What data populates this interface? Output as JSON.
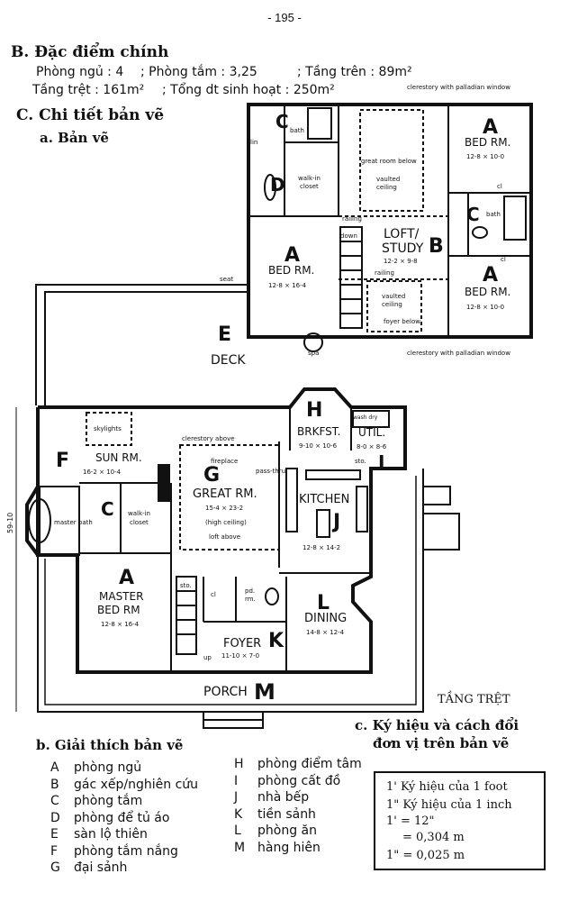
{
  "page_number": "- 195 -",
  "section_b": {
    "title": "B. Đặc điểm chính",
    "line1_a": "Phòng ngủ : 4",
    "line1_b": ";   Phòng tắm : 3,25",
    "line1_c": ";   Tầng trên : 89m²",
    "line2_a": "Tầng trệt : 161m²",
    "line2_b": ";   Tổng dt sinh hoạt : 250m²"
  },
  "section_c": {
    "title": "C. Chi tiết bản vẽ",
    "sub_a": "a. Bản vẽ"
  },
  "upper_plan": {
    "clerestory_top": "clerestory with palladian window",
    "clerestory_bottom": "clerestory with palladian window",
    "bath_top": "bath",
    "lin": "lin",
    "walkin": [
      "walk-in",
      "closet"
    ],
    "great_room_below": "great room below",
    "vaulted1": [
      "vaulted",
      "ceiling"
    ],
    "railing1": "railing",
    "down": "down",
    "loft": [
      "LOFT/",
      "STUDY"
    ],
    "loft_dim": "12-2 × 9-8",
    "railing2": "railing",
    "vaulted2": [
      "vaulted",
      "ceiling"
    ],
    "foyer_below": "foyer below",
    "bed_tr": "BED RM.",
    "bed_tr_dim": "12-8 × 10-0",
    "cl1": "cl",
    "bath_r": "bath",
    "cl2": "cl",
    "bed_br": "BED RM.",
    "bed_br_dim": "12-8 × 10-0",
    "bed_main": "BED RM.",
    "bed_main_dim": "12-8 × 16-4",
    "spa": "spa",
    "seat": "seat",
    "deck": "DECK"
  },
  "ground_plan": {
    "skylights": "skylights",
    "sun": "SUN RM.",
    "sun_dim": "16-2 × 10-4",
    "clerestory_above": "clerestory above",
    "brkfst": "BRKFST.",
    "brkfst_dim": "9-10 × 10-6",
    "wash_dry": "wash dry",
    "util": "UTIL.",
    "util_dim": "8-0 × 8-6",
    "sto1": "sto.",
    "fireplace": "fireplace",
    "pass_thru": "pass-thru",
    "great": "GREAT RM.",
    "great_dim": "15-4 × 23-2",
    "high_ceiling": "(high ceiling)",
    "loft_above": "loft above",
    "kitchen": "KITCHEN",
    "kitchen_dim": "12-8 × 14-2",
    "master_bath": "master bath",
    "walkin": [
      "walk-in",
      "closet"
    ],
    "master": [
      "MASTER",
      "BED RM"
    ],
    "master_dim": "12-8 × 16-4",
    "sto2": "sto.",
    "cl": "cl",
    "pd": [
      "pd.",
      "rm."
    ],
    "dining": "DINING",
    "dining_dim": "14-8 × 12-4",
    "up": "up",
    "foyer": "FOYER",
    "foyer_dim": "11-10 × 7-0",
    "porch": "PORCH",
    "side_dim": "59-10",
    "tang_tret": "TẦNG TRỆT"
  },
  "marks": {
    "A": "A",
    "B": "B",
    "C": "C",
    "D": "D",
    "E": "E",
    "F": "F",
    "G": "G",
    "H": "H",
    "I": "I",
    "J": "J",
    "K": "K",
    "L": "L",
    "M": "M"
  },
  "legend": {
    "title": "b. Giải thích bản vẽ",
    "items": [
      {
        "k": "A",
        "v": "phòng ngủ"
      },
      {
        "k": "B",
        "v": "gác xếp/nghiên cứu"
      },
      {
        "k": "C",
        "v": "phòng tắm"
      },
      {
        "k": "D",
        "v": "phòng để tủ áo"
      },
      {
        "k": "E",
        "v": "sàn lộ thiên"
      },
      {
        "k": "F",
        "v": "phòng tắm nắng"
      },
      {
        "k": "G",
        "v": "đại sảnh"
      },
      {
        "k": "H",
        "v": "phòng điểm tâm"
      },
      {
        "k": "I",
        "v": "phòng cất đồ"
      },
      {
        "k": "J",
        "v": "nhà bếp"
      },
      {
        "k": "K",
        "v": "tiền sảnh"
      },
      {
        "k": "L",
        "v": "phòng ăn"
      },
      {
        "k": "M",
        "v": "hàng hiên"
      }
    ]
  },
  "conversion": {
    "title1": "c. Ký hiệu và cách đổi",
    "title2": "đơn vị trên bản vẽ",
    "l1": "1' Ký hiệu của 1 foot",
    "l2": "1\" Ký hiệu của 1 inch",
    "l3": "1'  = 12\"",
    "l4": "= 0,304 m",
    "l5": "1\"  = 0,025 m"
  }
}
